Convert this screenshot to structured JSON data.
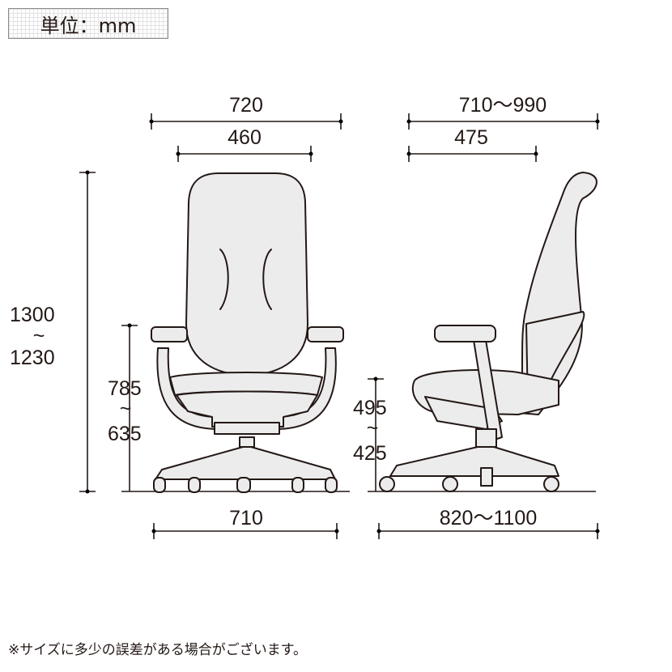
{
  "unit_label": "単位：mm",
  "front_view": {
    "overall_width": "720",
    "back_width": "460",
    "height_max": "1300",
    "height_sep": "~",
    "height_min": "1230",
    "arm_height_max": "785",
    "arm_height_sep": "~",
    "arm_height_min": "635",
    "base_width": "710"
  },
  "side_view": {
    "depth_range": "710～990",
    "seat_depth": "475",
    "seat_height_max": "495",
    "seat_height_sep": "~",
    "seat_height_min": "425",
    "base_depth_range": "820～1100"
  },
  "note": "※サイズに多少の誤差がある場合がございます。"
}
